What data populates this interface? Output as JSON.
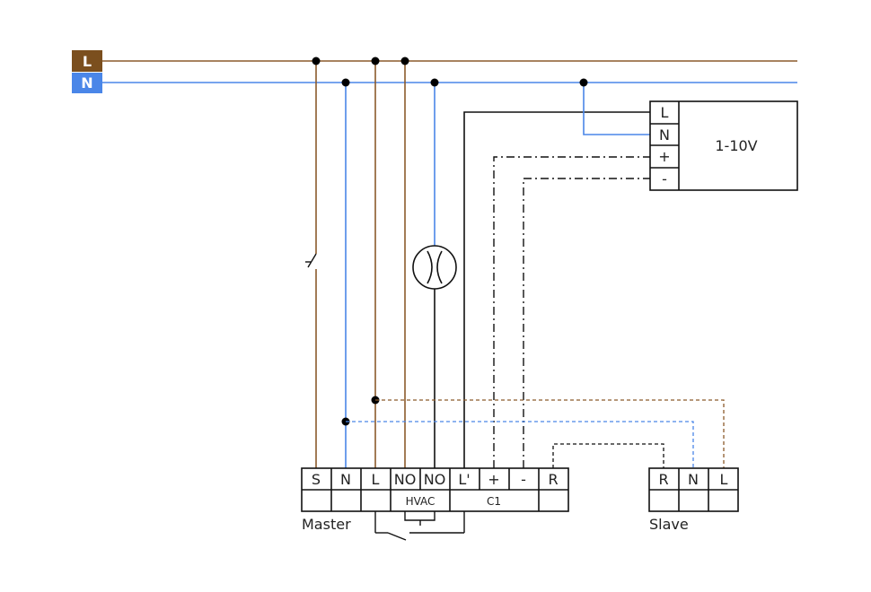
{
  "colors": {
    "live": "#8b5a2b",
    "neutral": "#4a86e8",
    "wire": "#111111",
    "live_tag_bg": "#7b4f1e",
    "neutral_tag_bg": "#4a86e8"
  },
  "supply": {
    "live_label": "L",
    "neutral_label": "N"
  },
  "driver": {
    "terminals": [
      "L",
      "N",
      "+",
      "-"
    ],
    "label": "1-10V"
  },
  "master": {
    "terminals": [
      "S",
      "N",
      "L",
      "NO",
      "NO",
      "L'",
      "+",
      "-",
      "R"
    ],
    "hvac_label": "HVAC",
    "c1_label": "C1",
    "name": "Master"
  },
  "slave": {
    "terminals": [
      "R",
      "N",
      "L"
    ],
    "name": "Slave"
  }
}
